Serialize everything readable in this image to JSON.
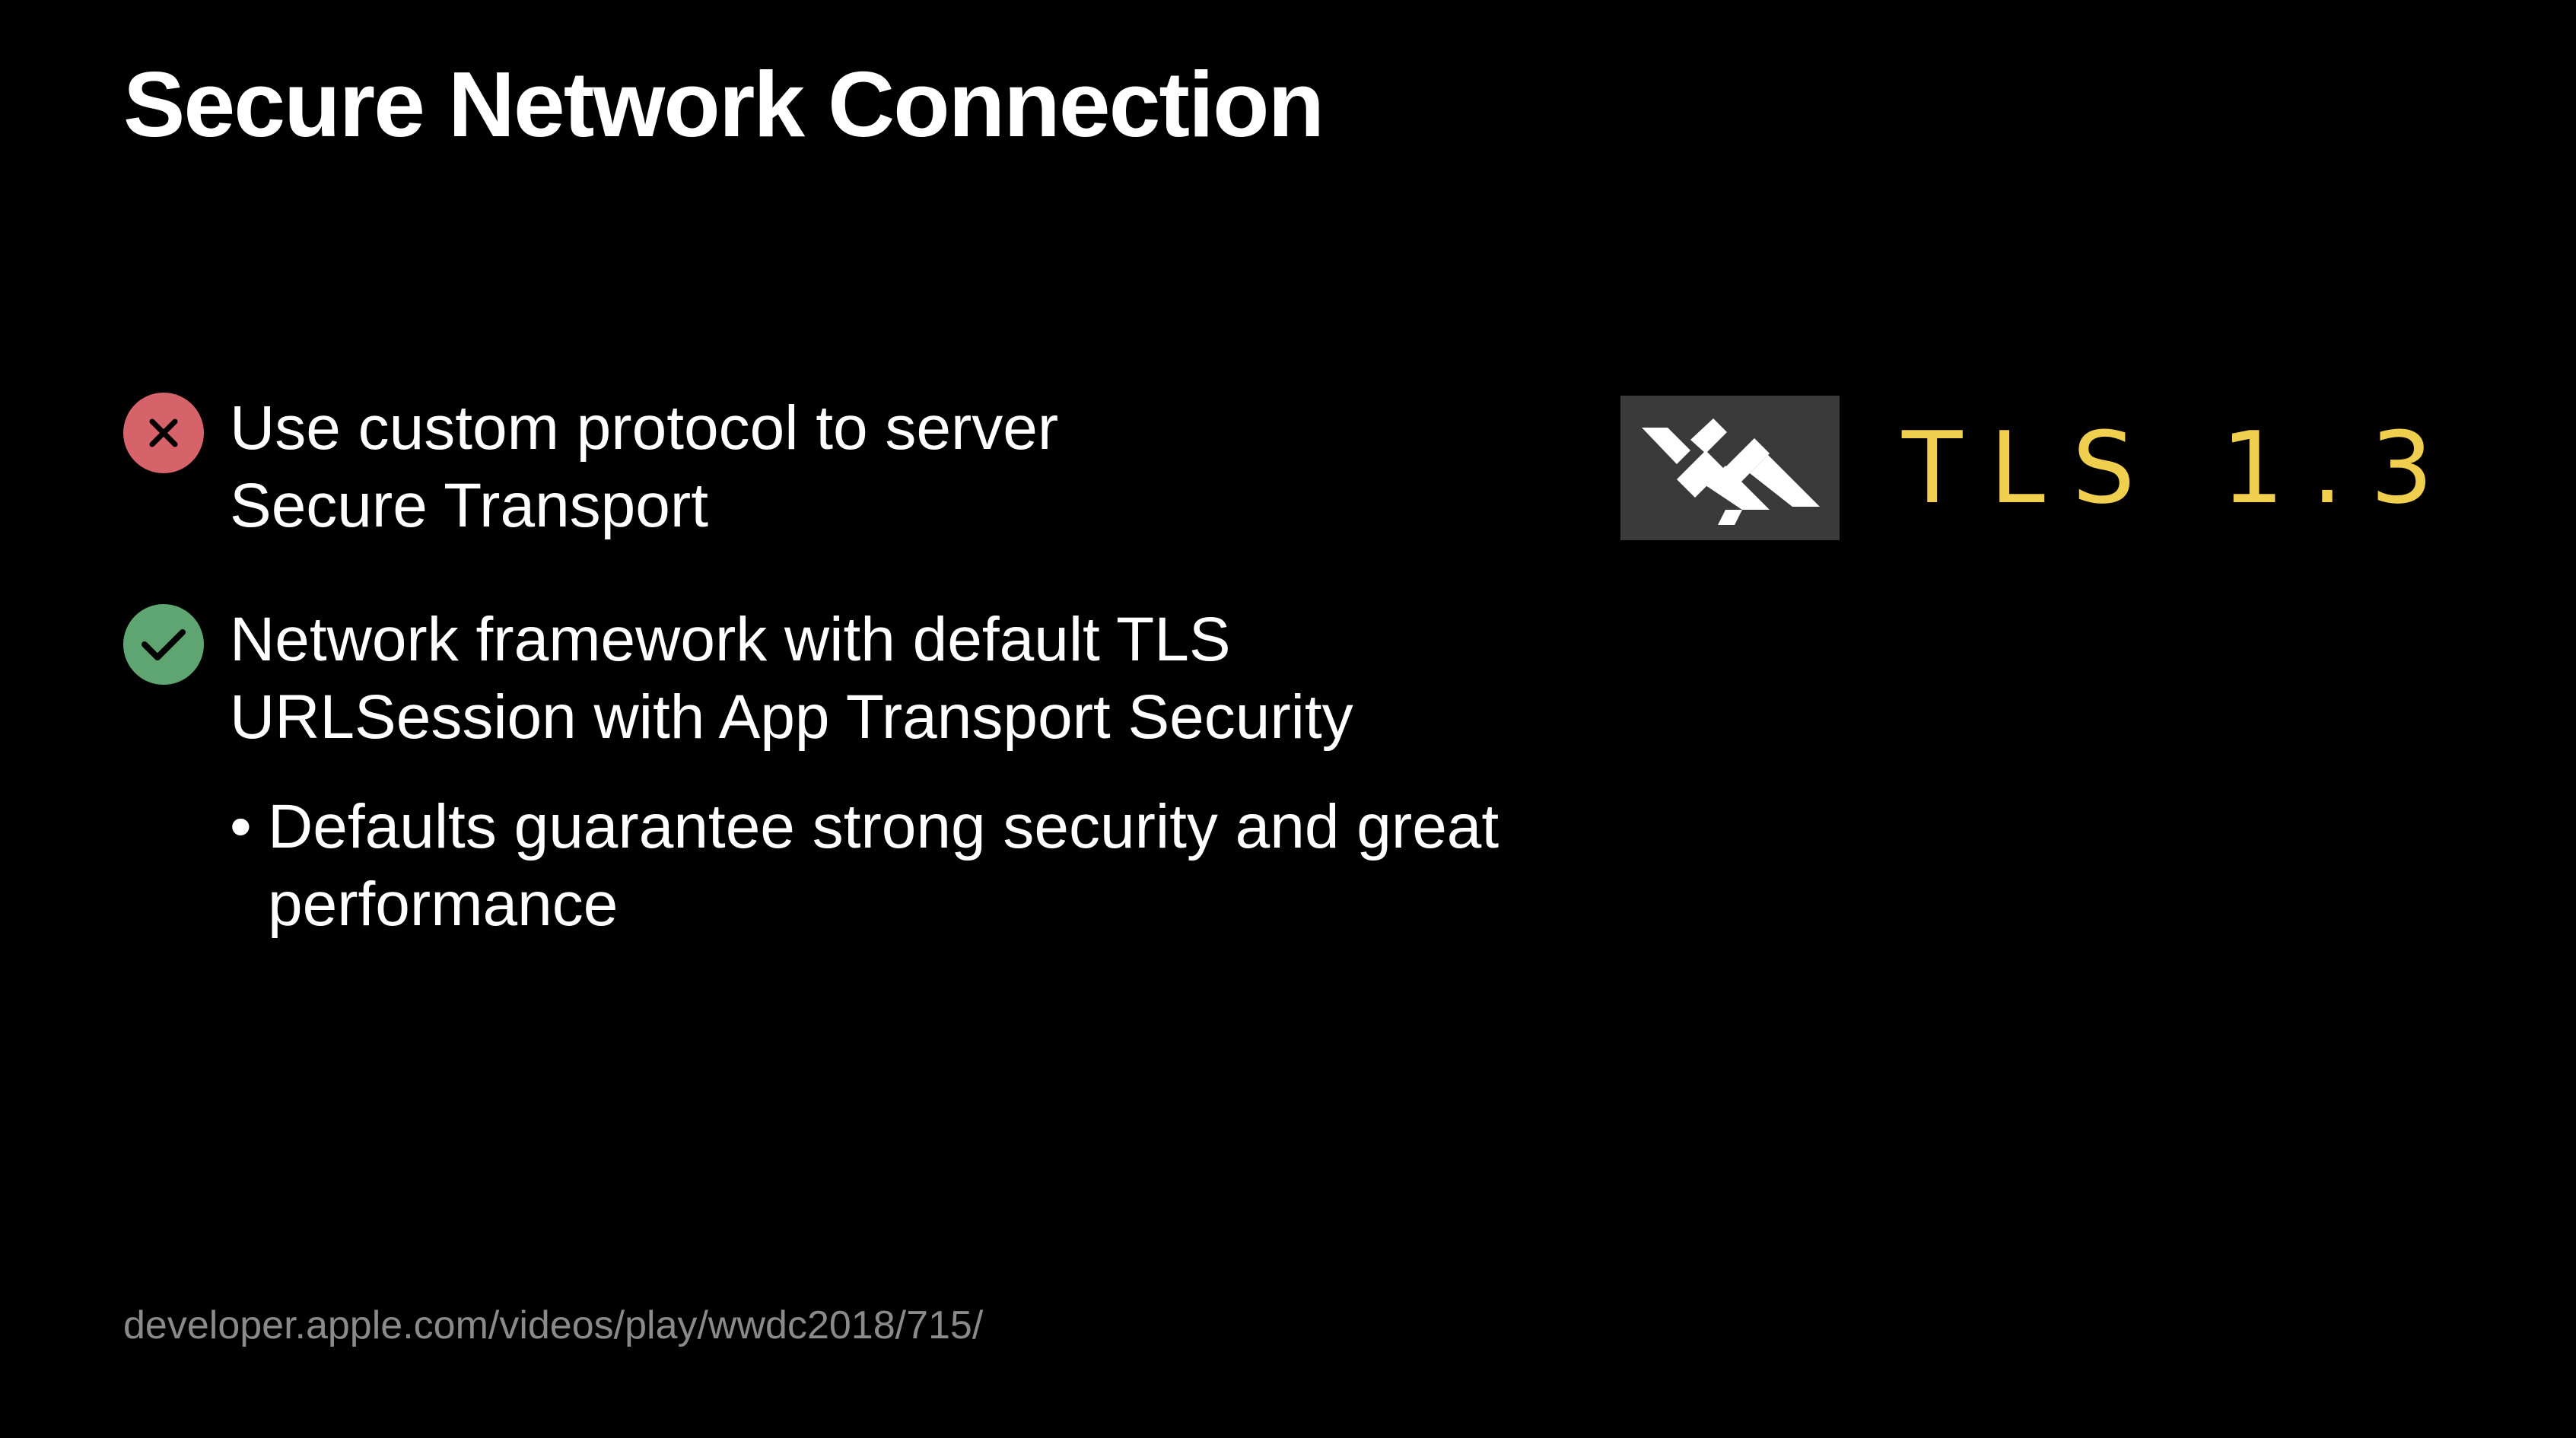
{
  "slide": {
    "title": "Secure Network Connection",
    "items": [
      {
        "status": "bad",
        "icon": "x-circle-icon",
        "icon_color": "#d6626a",
        "lines": [
          "Use custom protocol to server",
          "Secure Transport"
        ]
      },
      {
        "status": "good",
        "icon": "check-circle-icon",
        "icon_color": "#5fa571",
        "lines": [
          "Network framework with default TLS",
          "URLSession with App Transport Security"
        ]
      }
    ],
    "sub_bullet": {
      "bullet": "•",
      "lines": [
        "Defaults guarantee strong security and great",
        "performance"
      ]
    },
    "tls": {
      "logo_icon": "tls-logo-icon",
      "label": "TLS 1.3",
      "logo_bg_color": "#3a3a3a",
      "label_color": "#f0cf4e"
    },
    "footer": {
      "url": "developer.apple.com/videos/play/wwdc2018/715/",
      "color": "#8a8a8a"
    }
  }
}
